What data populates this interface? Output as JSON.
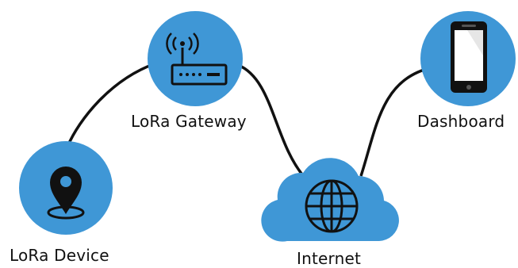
{
  "colors": {
    "node_fill": "#3f97d6",
    "line": "#111111",
    "icon": "#111111",
    "background": "#ffffff"
  },
  "nodes": {
    "device": {
      "label": "LoRa Device",
      "icon": "location-pin-icon"
    },
    "gateway": {
      "label": "LoRa Gateway",
      "icon": "router-antenna-icon"
    },
    "internet": {
      "label": "Internet",
      "icon": "globe-icon"
    },
    "dashboard": {
      "label": "Dashboard",
      "icon": "smartphone-icon"
    }
  }
}
